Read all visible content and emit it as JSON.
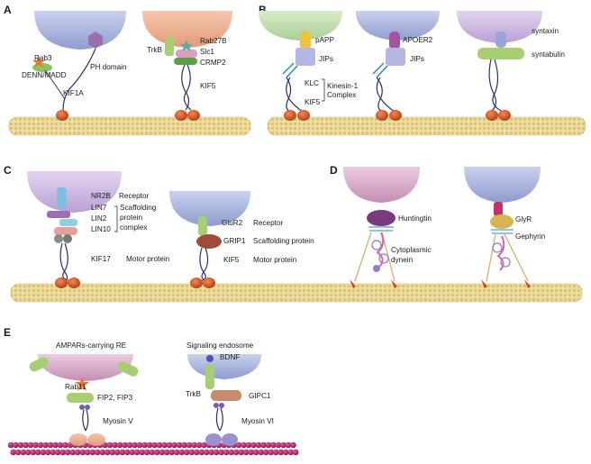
{
  "panels": {
    "A": {
      "letter": "A",
      "labels": [
        "Rab3",
        "DENN/MADD",
        "PH domain",
        "KIF1A",
        "TrkB",
        "Rab27B",
        "Slc1",
        "CRMP2",
        "KIF5"
      ]
    },
    "B": {
      "letter": "B",
      "labels": [
        "pAPP",
        "JIPs",
        "KLC",
        "Kinesin-1",
        "Complex",
        "KIF5",
        "APOER2",
        "JIPs",
        "syntaxin",
        "syntabulin"
      ]
    },
    "C": {
      "letter": "C",
      "labels": [
        "NR2B",
        "Receptor",
        "LIN7",
        "LIN2",
        "LIN10",
        "Scaffolding",
        "protein",
        "complex",
        "KIF17",
        "Motor protein",
        "GluR2",
        "Receptor",
        "GRIP1",
        "Scaffolding protein",
        "KIF5",
        "Motor protein"
      ]
    },
    "D": {
      "letter": "D",
      "labels": [
        "Huntingtin",
        "Cytoplasmic",
        "dynein",
        "GlyR",
        "Gephyrin"
      ]
    },
    "E": {
      "letter": "E",
      "labels": [
        "AMPARs-carrying RE",
        "Rab11",
        "FIP2, FIP3",
        "Myosin V",
        "Signaling endosome",
        "BDNF",
        "TrkB",
        "GIPC1",
        "Myosin VI"
      ]
    }
  },
  "colors": {
    "microtubule": "#eedc9c",
    "microtubule_dark": "#c9b46a",
    "actin": "#b8266e",
    "kinesin_head": "#c8471c",
    "vesicle_blue": "#aab7dd",
    "vesicle_pink": "#d9a6c3",
    "vesicle_peach": "#e8a88a",
    "vesicle_green": "#b9d9a8",
    "green_adaptor": "#a7cf72",
    "lilac": "#a98ec6",
    "lavender_box": "#b2b8e2",
    "star_orange": "#e07a3a",
    "yellow": "#f0c23a",
    "brown": "#a86a4a"
  }
}
